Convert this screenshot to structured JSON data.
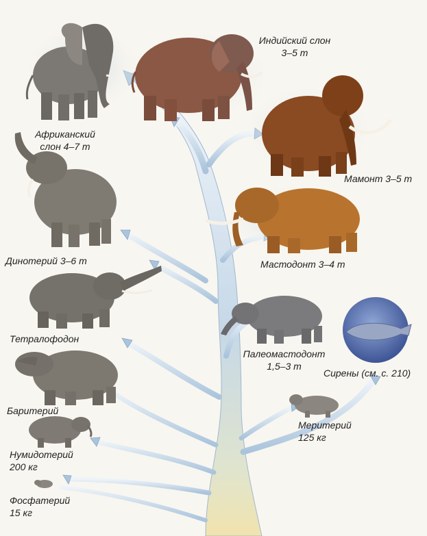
{
  "labels": {
    "indian": [
      "Индийский слон",
      "3–5 т"
    ],
    "african": [
      "Африканский",
      "слон 4–7 т"
    ],
    "mammoth": [
      "Мамонт 3–5 т"
    ],
    "deinotherium": [
      "Динотерий 3–6 т"
    ],
    "mastodon": [
      "Мастодонт 3–4 т"
    ],
    "tetralophodon": [
      "Тетралофодон"
    ],
    "palaeomastodon": [
      "Палеомастодонт",
      "1,5–3 т"
    ],
    "sirenia": [
      "Сирены (см. с. 210)"
    ],
    "barytherium": [
      "Баритерий"
    ],
    "moeritherium": [
      "Меритерий",
      "125 кг"
    ],
    "numidotherium": [
      "Нумидотерий",
      "200 кг"
    ],
    "phosphatherium": [
      "Фосфатерий",
      "15 кг"
    ]
  },
  "colors": {
    "trunk_light": "#eaf1f7",
    "trunk_mid": "#b9cfe2",
    "trunk_root": "#efe3b4",
    "elephant_gray": "#7c7873",
    "mammoth_brown": "#8a4a22",
    "mastodon_orange": "#b8742e",
    "sea_blue": "#5a74b0"
  }
}
